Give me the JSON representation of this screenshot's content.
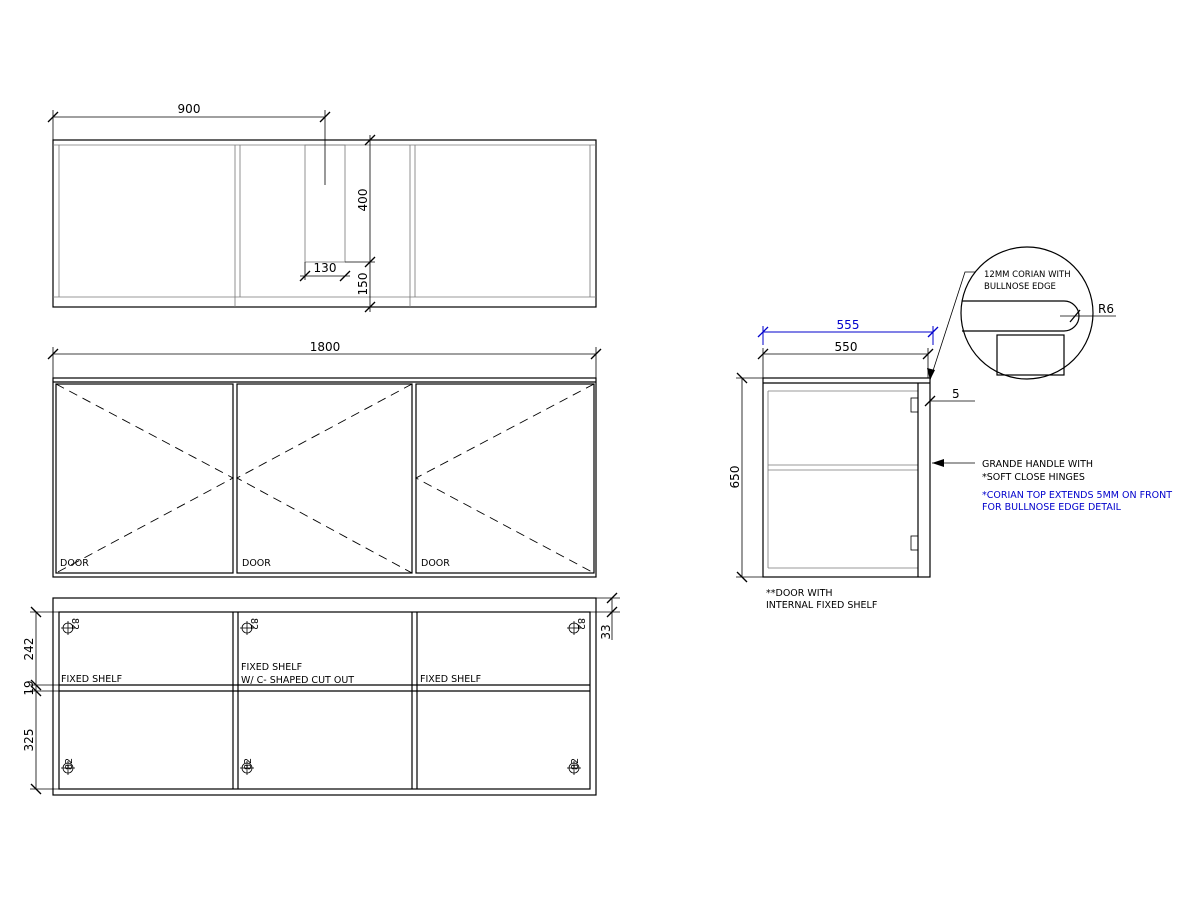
{
  "plan_view": {
    "dim_width": "900",
    "dim_depth": "400",
    "dim_cutout_width": "130",
    "dim_cutout_offset": "150"
  },
  "front_elevation": {
    "dim_total_width": "1800",
    "doors": [
      {
        "label": "DOOR"
      },
      {
        "label": "DOOR"
      },
      {
        "label": "DOOR"
      }
    ]
  },
  "carcass_view": {
    "dim_upper": "242",
    "dim_shelf": "19",
    "dim_lower": "325",
    "dim_top": "33",
    "dim_hinge": "82",
    "shelves": [
      "FIXED SHELF",
      "FIXED SHELF",
      "W/ C- SHAPED CUT OUT",
      "FIXED SHELF"
    ]
  },
  "side_view": {
    "dim_top_depth": "555",
    "dim_carcass_depth": "550",
    "dim_height": "650",
    "dim_overhang": "5",
    "door_note_1": "**DOOR WITH",
    "door_note_2": "INTERNAL FIXED SHELF",
    "handle_note_1": "GRANDE HANDLE WITH",
    "handle_note_2": "*SOFT CLOSE HINGES",
    "corian_note_1": "*CORIAN TOP EXTENDS 5MM ON FRONT",
    "corian_note_2": "FOR BULLNOSE EDGE DETAIL",
    "accent_color": "#0000cc"
  },
  "detail": {
    "label_1": "12MM CORIAN WITH",
    "label_2": "BULLNOSE EDGE",
    "radius": "R6"
  }
}
